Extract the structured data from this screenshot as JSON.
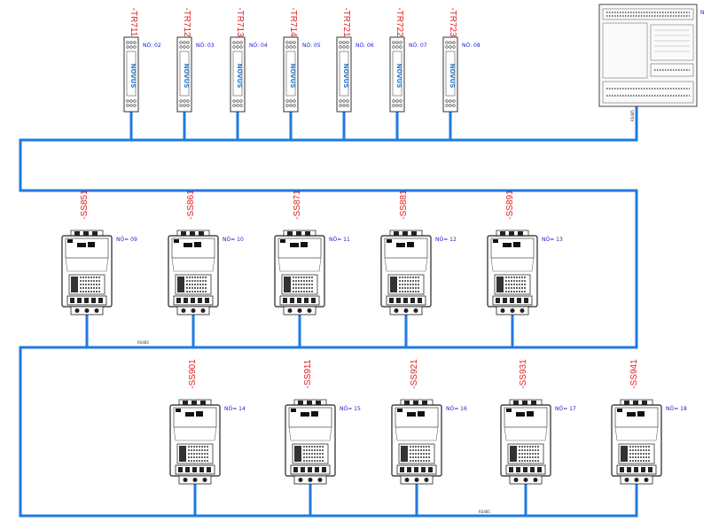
{
  "transmitters": [
    {
      "tag": "-TR711",
      "node": "NÓ: 02",
      "brand": "NOVUS"
    },
    {
      "tag": "-TR712",
      "node": "NÓ: 03",
      "brand": "NOVUS"
    },
    {
      "tag": "-TR713",
      "node": "NÓ: 04",
      "brand": "NOVUS"
    },
    {
      "tag": "-TR714",
      "node": "NÓ: 05",
      "brand": "NOVUS"
    },
    {
      "tag": "-TR721",
      "node": "NÓ: 06",
      "brand": "NOVUS"
    },
    {
      "tag": "-TR722",
      "node": "NÓ: 07",
      "brand": "NOVUS"
    },
    {
      "tag": "-TR723",
      "node": "NÓ: 08",
      "brand": "NOVUS"
    }
  ],
  "starters_row1": [
    {
      "tag": "-SS851",
      "node": "NÓ= 09"
    },
    {
      "tag": "-SS861",
      "node": "NÓ= 10"
    },
    {
      "tag": "-SS871",
      "node": "NÓ= 11"
    },
    {
      "tag": "-SS881",
      "node": "NÓ= 12"
    },
    {
      "tag": "-SS891",
      "node": "NÓ= 13"
    }
  ],
  "starters_row2": [
    {
      "tag": "-SS901",
      "node": "NÓ= 14"
    },
    {
      "tag": "-SS911",
      "node": "NÓ= 15"
    },
    {
      "tag": "-SS921",
      "node": "NÓ= 16"
    },
    {
      "tag": "-SS931",
      "node": "NÓ= 17"
    },
    {
      "tag": "-SS941",
      "node": "NÓ= 18"
    }
  ],
  "plc": {
    "node": "N",
    "rs_label": "RS485"
  },
  "bus_labels": {
    "row1": "RS485",
    "row2": "RS485"
  },
  "colors": {
    "bus": "#1f7ae0",
    "tag": "#e02020",
    "node": "#1a1acc"
  }
}
